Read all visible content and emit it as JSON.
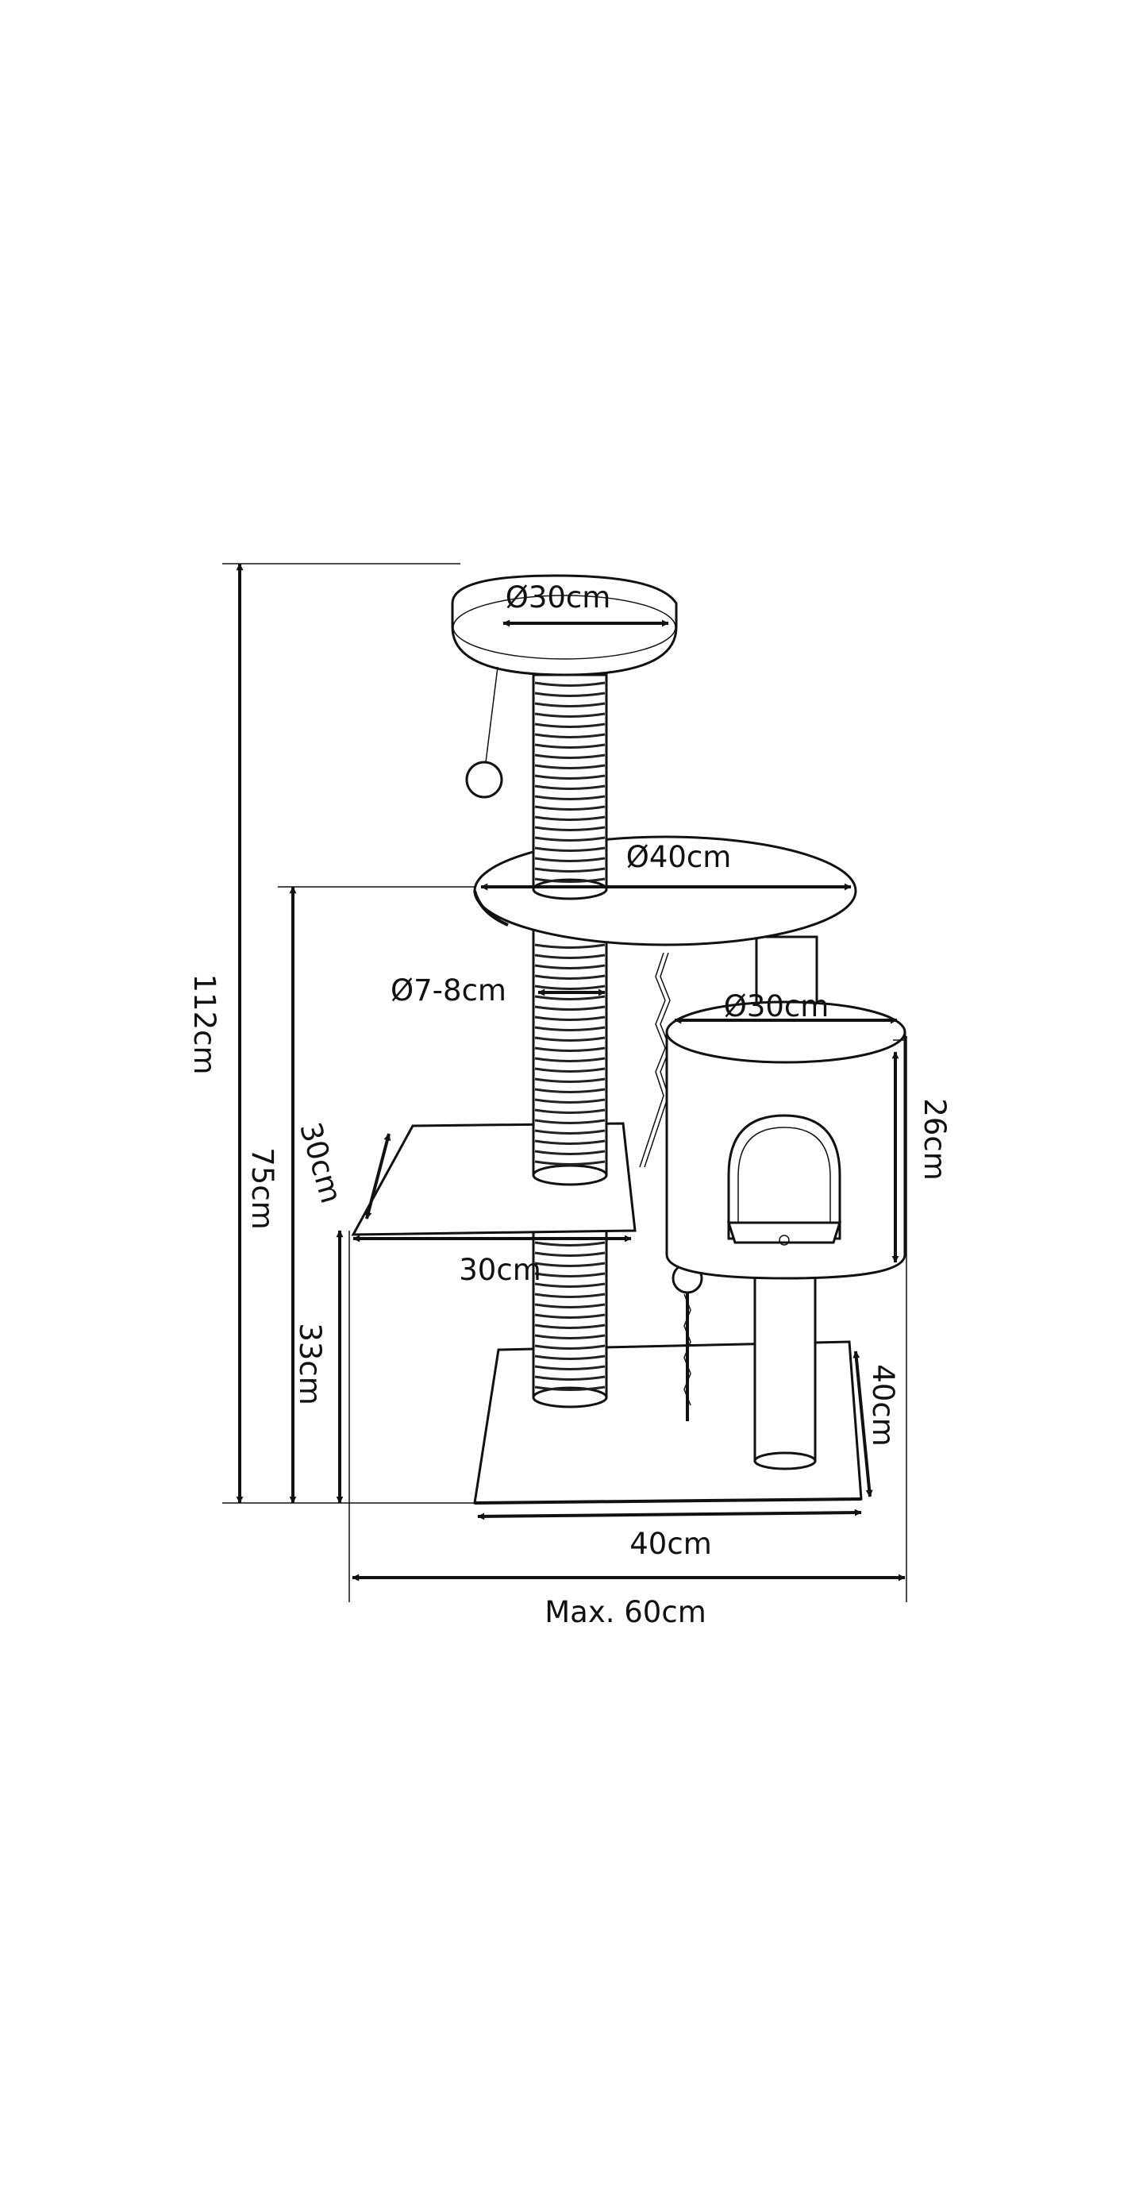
{
  "diagram": {
    "dimensions": {
      "top_platform_diameter": "Ø30cm",
      "middle_platform_diameter": "Ø40cm",
      "post_diameter": "Ø7-8cm",
      "house_diameter": "Ø30cm",
      "house_height": "26cm",
      "total_height": "112cm",
      "middle_platform_height": "75cm",
      "side_platform_depth": "30cm",
      "side_platform_width": "30cm",
      "side_platform_height": "33cm",
      "base_depth": "40cm",
      "base_width": "40cm",
      "max_width": "Max. 60cm"
    },
    "colors": {
      "line": "#111111",
      "background": "#ffffff"
    }
  }
}
